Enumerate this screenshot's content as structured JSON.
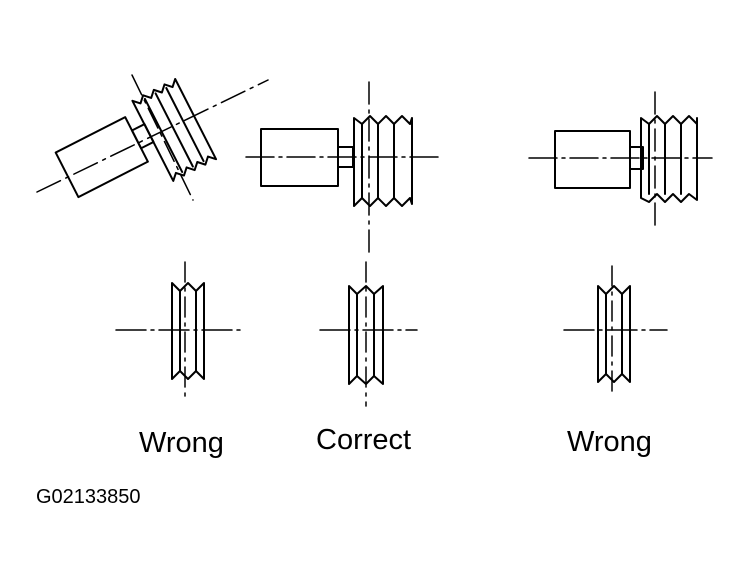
{
  "labels": {
    "left": "Wrong",
    "center": "Correct",
    "right": "Wrong"
  },
  "figure_code": "G02133850",
  "colors": {
    "line": "#000000",
    "background": "#ffffff"
  }
}
